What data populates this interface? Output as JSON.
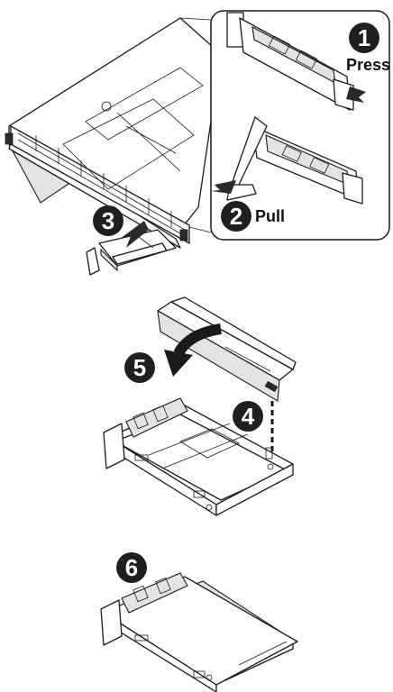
{
  "colors": {
    "badge": "#1f1f1f",
    "badge_text": "#ffffff",
    "line": "#1a1a1a",
    "background": "#ffffff"
  },
  "steps": [
    {
      "number": "1",
      "label": "Press"
    },
    {
      "number": "2",
      "label": "Pull"
    },
    {
      "number": "3",
      "label": ""
    },
    {
      "number": "4",
      "label": ""
    },
    {
      "number": "5",
      "label": ""
    },
    {
      "number": "6",
      "label": ""
    }
  ]
}
